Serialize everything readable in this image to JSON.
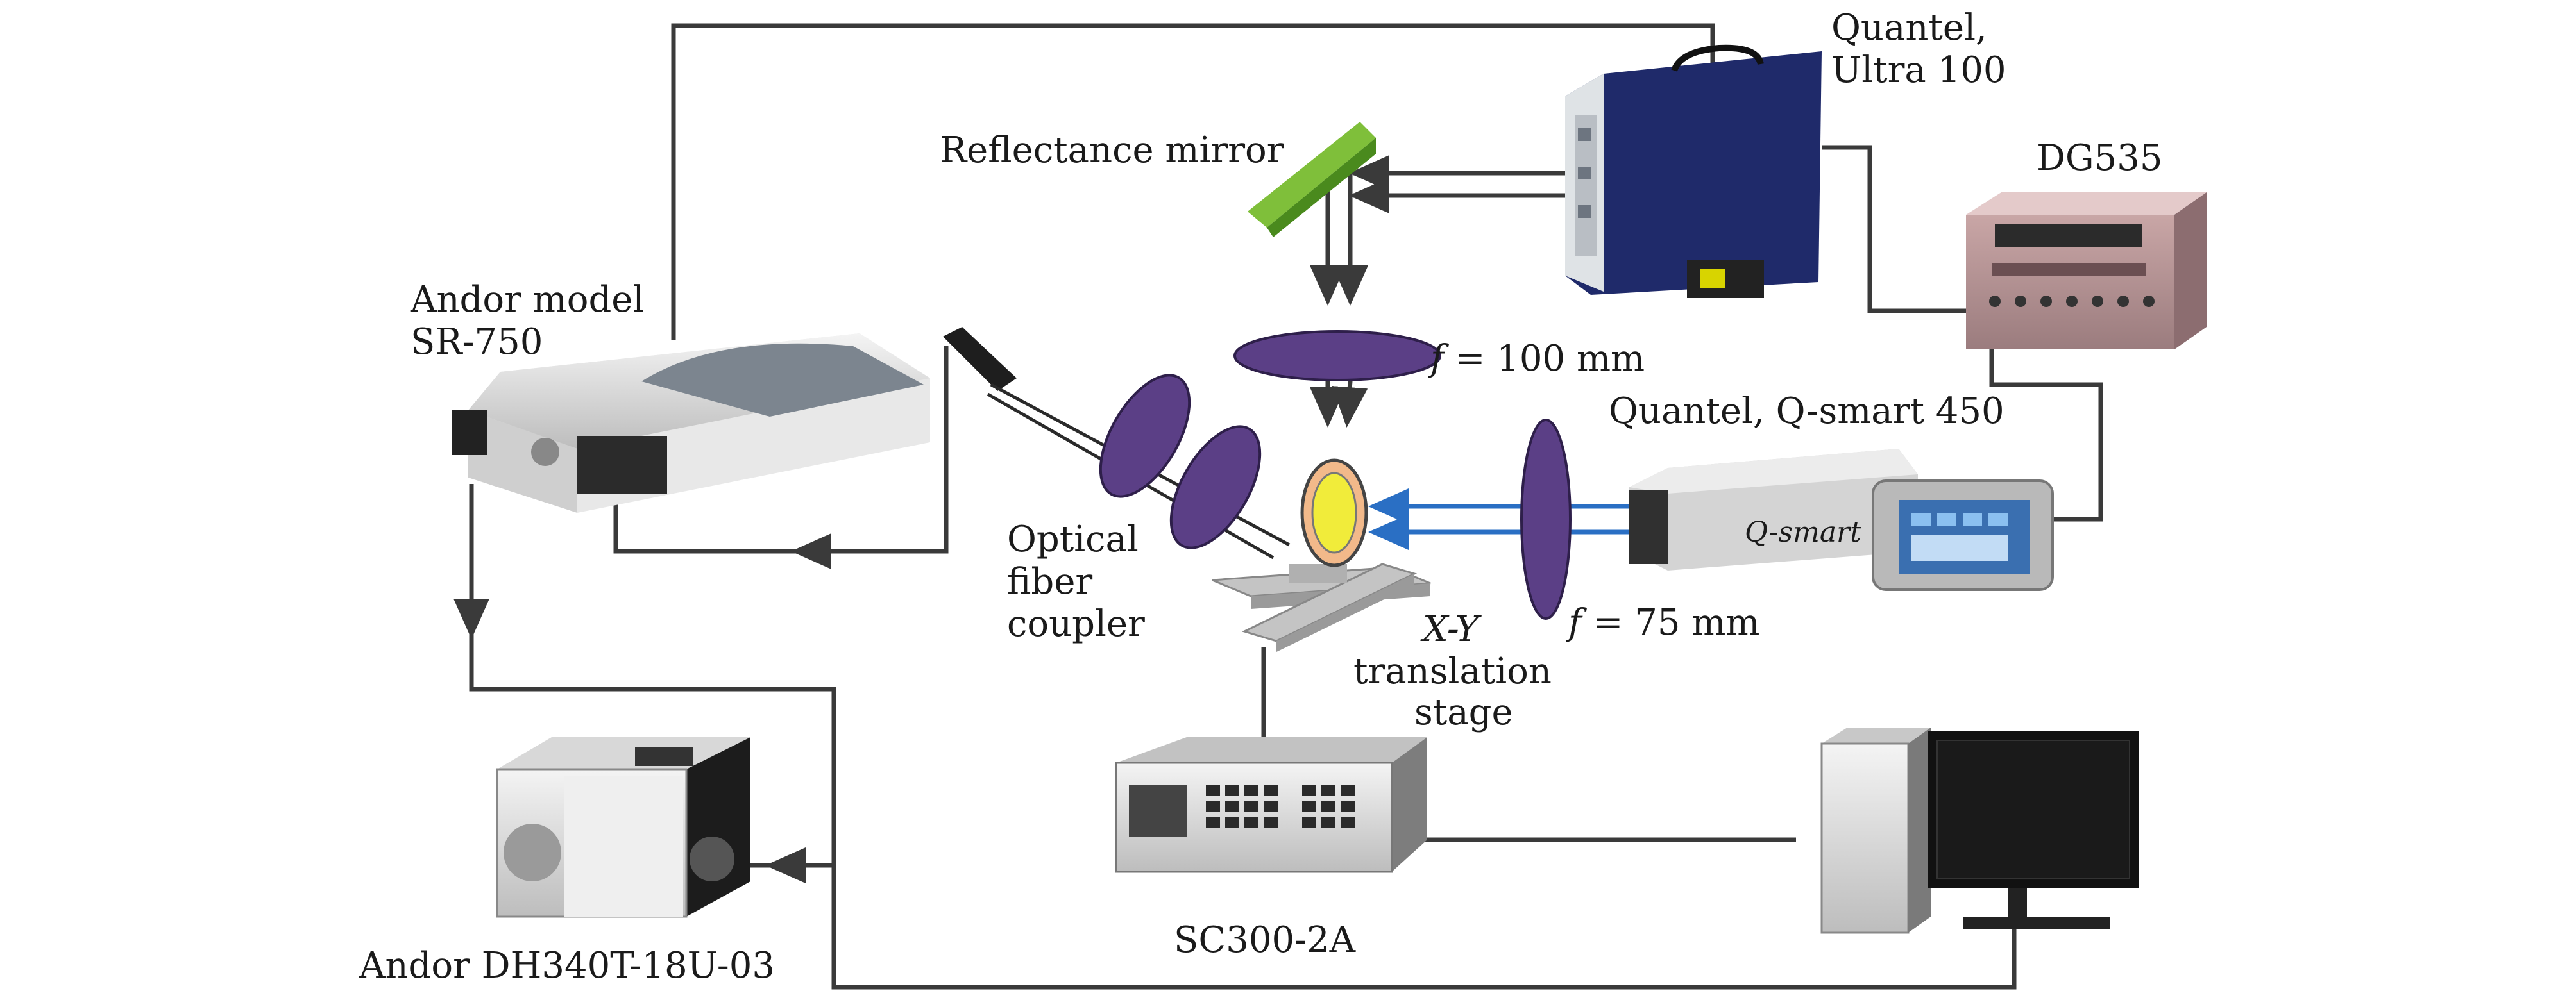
{
  "labels": {
    "quantel_ultra_line1": "Quantel,",
    "quantel_ultra_line2": "Ultra 100",
    "reflectance_mirror": "Reflectance mirror",
    "dg535": "DG535",
    "andor_model_line1": "Andor model",
    "andor_model_line2": "SR-750",
    "f100_var": "f",
    "f100_value": " = 100 mm",
    "qsmart": "Quantel, Q-smart 450",
    "qsmart_logo": "Q-smart",
    "optical_line1": "Optical",
    "optical_line2": "fiber",
    "optical_line3": "coupler",
    "xy_var": "X-Y",
    "xy_line2": "translation",
    "xy_line3": "stage",
    "f75_var": "f",
    "f75_value": " = 75 mm",
    "sc300": "SC300-2A",
    "andor_dh": "Andor DH340T-18U-03"
  },
  "colors": {
    "line": "#3a3a3a",
    "laser_blue": "#2a6fc4",
    "lens": "#5b3f86",
    "mirror": "#7fbf3a",
    "sample_ring": "#f2b98a",
    "sample_core": "#f1ec3a",
    "quantel_body": "#1f2a6a"
  }
}
